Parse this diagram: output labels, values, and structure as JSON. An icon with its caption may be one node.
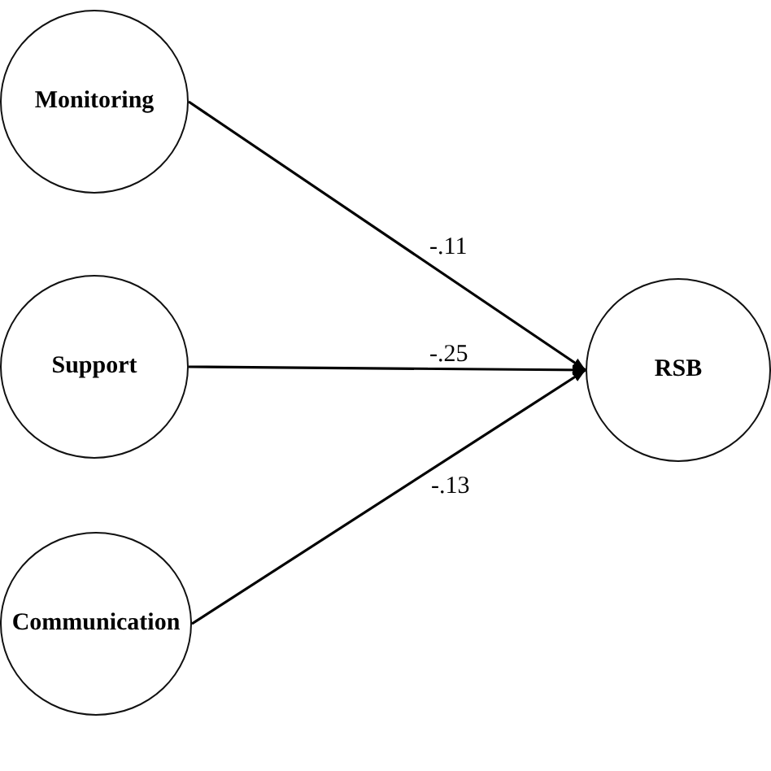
{
  "diagram": {
    "nodes": [
      {
        "text": [
          "Monitoring"
        ]
      },
      {
        "text": [
          "Support"
        ]
      },
      {
        "text": [
          "Communication"
        ]
      },
      {
        "text": [
          "RSB"
        ]
      }
    ],
    "edges": [
      {
        "from": 0,
        "to": 3,
        "arrow": "to",
        "label": "-.11"
      },
      {
        "from": 1,
        "to": 3,
        "arrow": "to",
        "label": "-.25"
      },
      {
        "from": 2,
        "to": 3,
        "arrow": "to",
        "label": "-.13"
      }
    ]
  }
}
